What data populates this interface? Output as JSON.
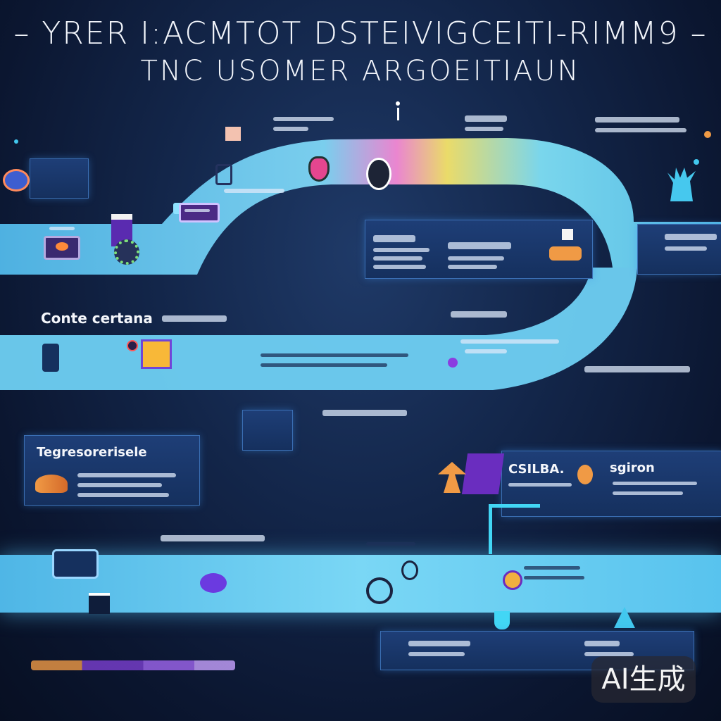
{
  "header": {
    "line1": "– YRER I:ACMTOT DSTEIVIGCEITI-RIMM9 –",
    "line2": "TNC  USOMER ARGOEITIAUN"
  },
  "labels": {
    "conte": "Conte certana",
    "tegres": "Tegresorerisele",
    "csilba": "CSILBA.",
    "sgiron": "sgiron"
  },
  "watermark": "AI生成",
  "colors": {
    "background": "#0b1630",
    "band": "#6fd0f3",
    "accent_orange": "#f0903a",
    "accent_purple": "#7a3fd0"
  }
}
